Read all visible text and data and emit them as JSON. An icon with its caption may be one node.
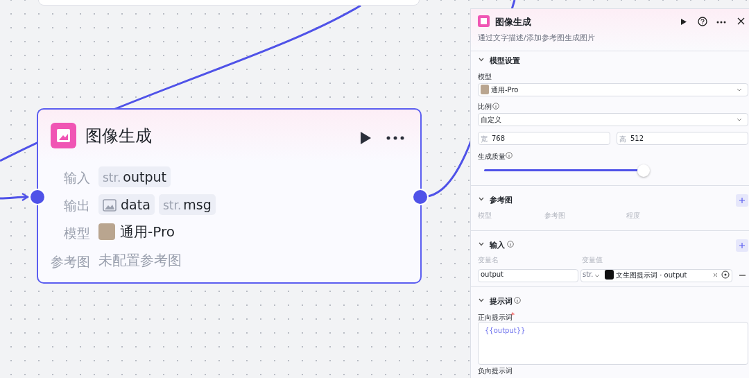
{
  "diagram": {
    "nodes": [
      {
        "text": [],
        "shape": "box"
      },
      {
        "text": [
          "图像生成",
          "输入",
          "str.",
          "output",
          "输出",
          "data",
          "str.",
          "msg",
          "模型",
          "通用-Pro",
          "参考图",
          "未配置参考图"
        ]
      }
    ],
    "edges": [
      {
        "from": null,
        "to": 1,
        "arrow": "to"
      },
      {
        "from": 1,
        "to": null,
        "arrow": "none"
      },
      {
        "from": 0,
        "to": null,
        "arrow": "none"
      }
    ],
    "labels": [
      "图像生成",
      "通过文字描述/添加参考图生成图片",
      "模型设置",
      "模型",
      "通用-Pro",
      "比例",
      "自定义",
      "宽",
      "768",
      "高",
      "512",
      "生成质量",
      "参考图",
      "模型",
      "参考图",
      "程度",
      "输入",
      "变量名",
      "变量值",
      "output",
      "str.",
      "文生图提示词 · output",
      "提示词",
      "正向提示词",
      "*",
      "{{output}}",
      "负向提示词"
    ]
  }
}
